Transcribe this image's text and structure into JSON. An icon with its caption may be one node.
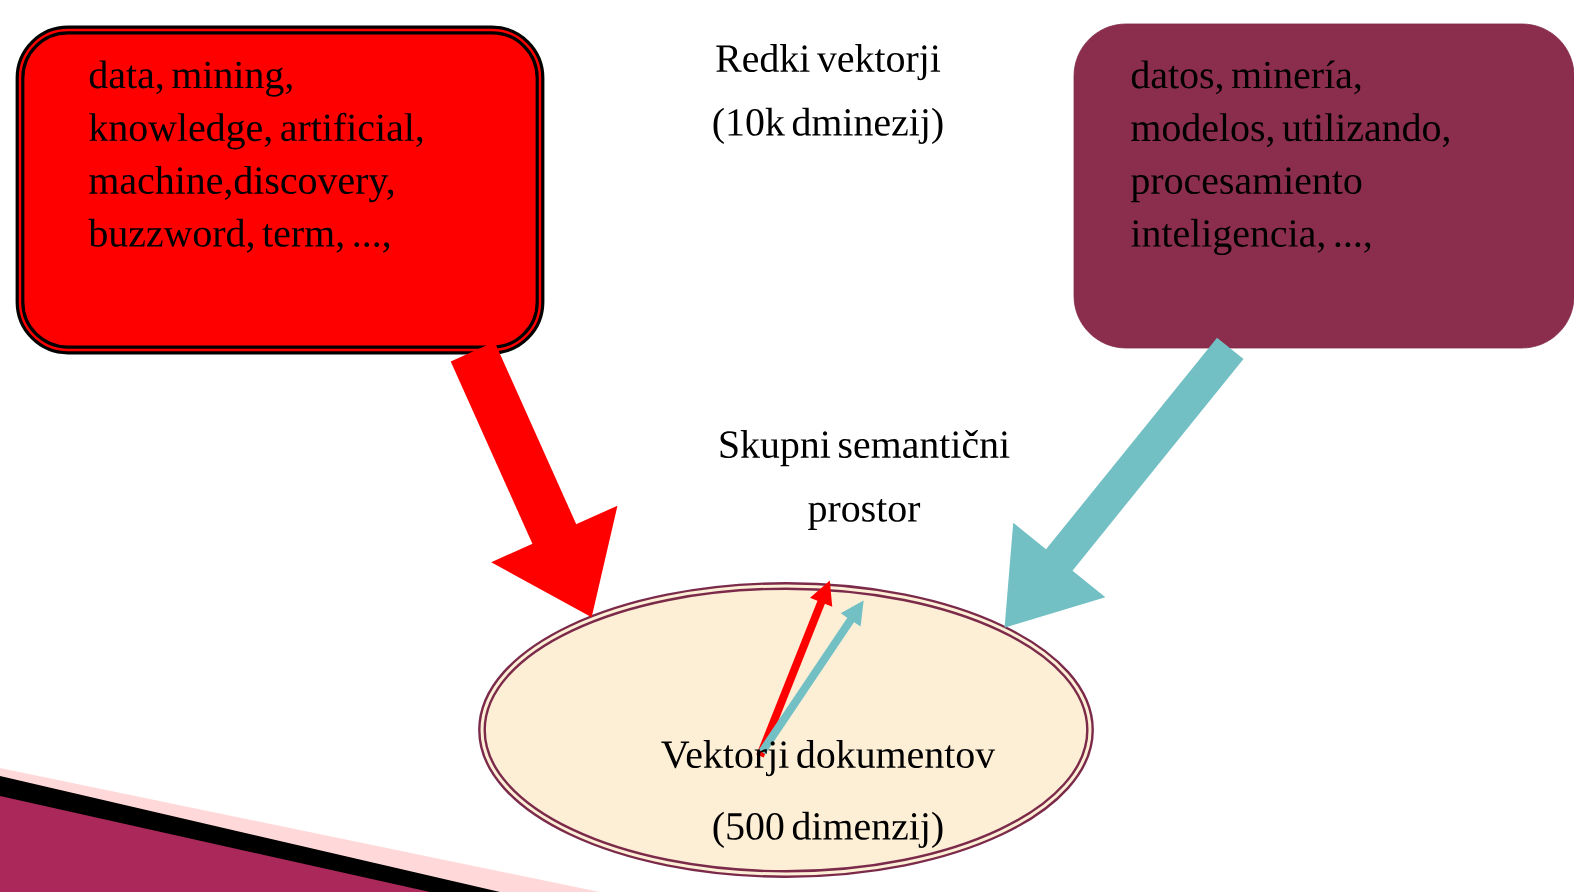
{
  "diagram": {
    "nodes": [
      {
        "text": [
          "data, mining, knowledge, artificial, machine,discovery, buzzword, term, ...,"
        ]
      },
      {
        "text": [
          "datos, minería, modelos, utilizando, procesamiento inteligencia, ...,"
        ]
      },
      {
        "text": [
          "Vektorji dokumentov (500 dimenzij)"
        ]
      }
    ],
    "edges": [
      {
        "from": 0,
        "to": 2,
        "arrow": "to",
        "color": "#ff0000"
      },
      {
        "from": 1,
        "to": 2,
        "arrow": "to",
        "color": "#72c0c4"
      }
    ],
    "labels": [
      "Redki vektorji (10k dminezij)",
      "Skupni semantični prostor"
    ]
  }
}
